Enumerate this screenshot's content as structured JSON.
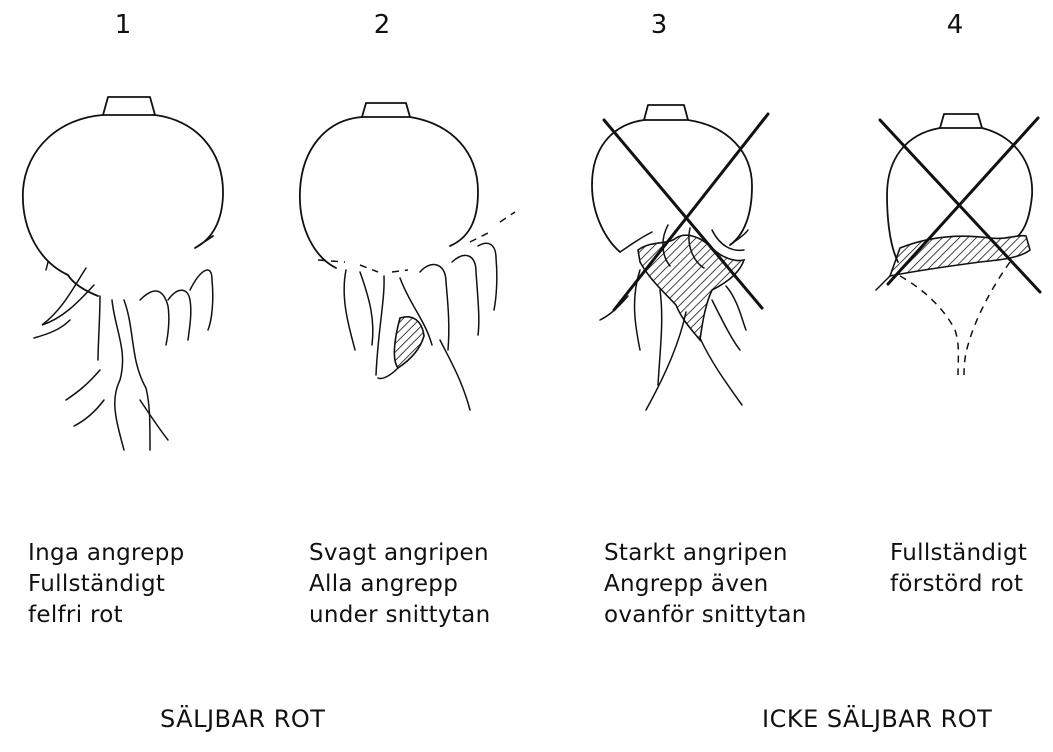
{
  "stages": [
    {
      "number": "1",
      "lines": [
        "Inga angrepp",
        "Fullständigt",
        "felfri rot"
      ]
    },
    {
      "number": "2",
      "lines": [
        "Svagt angripen",
        "Alla angrepp",
        "under snittytan"
      ]
    },
    {
      "number": "3",
      "lines": [
        "Starkt angripen",
        "Angrepp även",
        "ovanför snittytan"
      ]
    },
    {
      "number": "4",
      "lines": [
        "Fullständigt",
        "förstörd rot"
      ]
    }
  ],
  "groups": {
    "sellable": "SÄLJBAR ROT",
    "not_sellable": "ICKE SÄLJBAR ROT"
  }
}
